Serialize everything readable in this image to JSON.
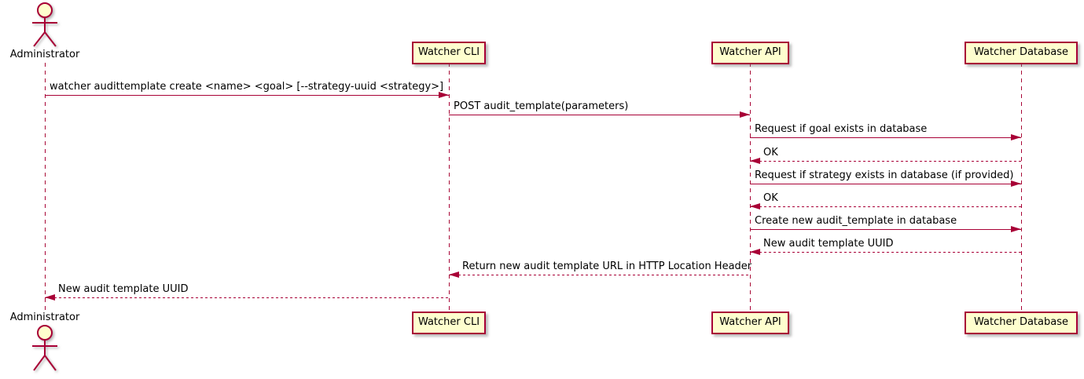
{
  "participants": {
    "administrator": "Administrator",
    "cli": "Watcher CLI",
    "api": "Watcher API",
    "db": "Watcher Database"
  },
  "messages": [
    {
      "from": "administrator",
      "to": "cli",
      "style": "solid",
      "text": "watcher audittemplate create <name> <goal> [--strategy-uuid <strategy>]"
    },
    {
      "from": "cli",
      "to": "api",
      "style": "solid",
      "text": "POST audit_template(parameters)"
    },
    {
      "from": "api",
      "to": "db",
      "style": "solid",
      "text": "Request if goal exists in database"
    },
    {
      "from": "db",
      "to": "api",
      "style": "dashed",
      "text": "OK"
    },
    {
      "from": "api",
      "to": "db",
      "style": "solid",
      "text": "Request if strategy exists in database (if provided)"
    },
    {
      "from": "db",
      "to": "api",
      "style": "dashed",
      "text": "OK"
    },
    {
      "from": "api",
      "to": "db",
      "style": "solid",
      "text": "Create new audit_template in database"
    },
    {
      "from": "db",
      "to": "api",
      "style": "dashed",
      "text": "New audit template UUID"
    },
    {
      "from": "api",
      "to": "cli",
      "style": "dashed",
      "text": "Return new audit template URL in HTTP Location Header"
    },
    {
      "from": "cli",
      "to": "administrator",
      "style": "dashed",
      "text": "New audit template UUID"
    }
  ],
  "colors": {
    "line": "#A80036",
    "box_fill": "#FEFECE",
    "text": "#000000",
    "background": "#FFFFFF"
  }
}
